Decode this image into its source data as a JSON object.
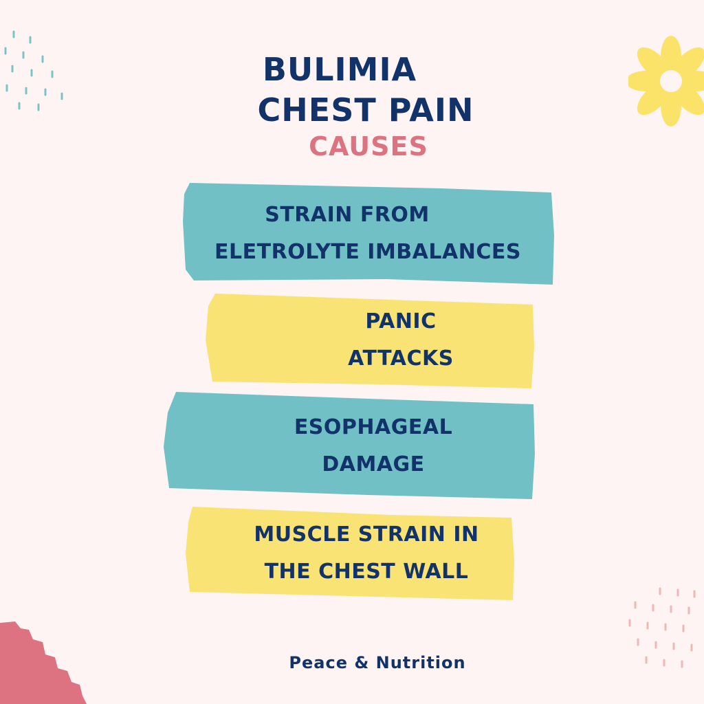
{
  "title": {
    "line1": "BULIMIA",
    "line2": "CHEST PAIN",
    "line3": "CAUSES"
  },
  "causes": [
    {
      "line1": "STRAIN FROM",
      "line2": "ELETROLYTE IMBALANCES",
      "color": "#70c0c5"
    },
    {
      "line1": "PANIC",
      "line2": "ATTACKS",
      "color": "#f9e374"
    },
    {
      "line1": "ESOPHAGEAL",
      "line2": "DAMAGE",
      "color": "#70c0c5"
    },
    {
      "line1": "MUSCLE STRAIN IN",
      "line2": "THE CHEST WALL",
      "color": "#f9e374"
    }
  ],
  "footer": {
    "brand": "Peace & Nutrition"
  },
  "colors": {
    "background": "#fdf4f3",
    "navy_text": "#12326a",
    "pink_accent": "#dd7381",
    "teal": "#70c0c5",
    "yellow": "#f9e374"
  },
  "decorations": [
    "teal-dash-pattern",
    "yellow-flower-icon",
    "pink-dash-pattern",
    "pink-stepped-corner-shape"
  ]
}
